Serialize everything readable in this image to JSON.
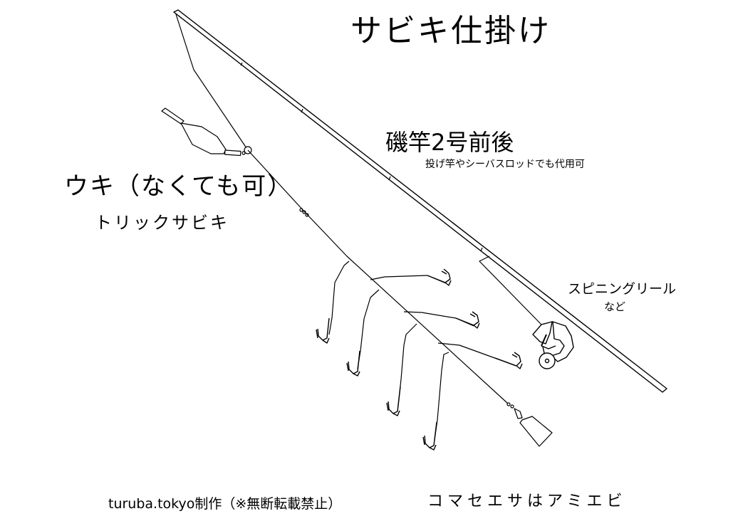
{
  "title": "サビキ仕掛け",
  "rod": {
    "label": "磯竿2号前後",
    "note": "投げ竿やシーバスロッドでも代用可"
  },
  "float": {
    "label": "ウキ（なくても可）"
  },
  "rig": {
    "label": "トリックサビキ"
  },
  "reel": {
    "label": "スピニングリール",
    "note": "など"
  },
  "footer": {
    "credit": "turuba.tokyo制作（※無断転載禁止）",
    "bait": "コマセエサはアミエビ"
  },
  "colors": {
    "line": "#000000",
    "background": "#ffffff"
  }
}
